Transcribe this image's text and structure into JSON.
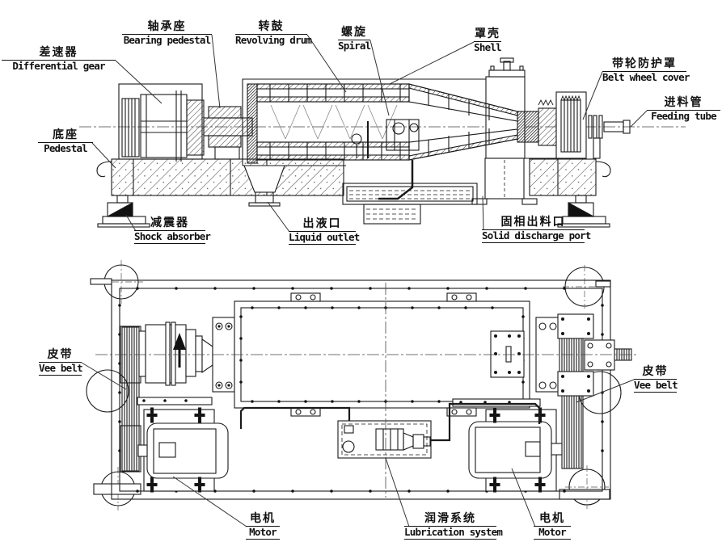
{
  "page": {
    "background": "#ffffff",
    "line_color": "#1a1a1a",
    "drawing_type": "decanter-centrifuge-technical-drawing",
    "views": [
      "side-section-view",
      "plan-view"
    ]
  },
  "labels": {
    "differential_gear": {
      "cn": "差速器",
      "en": "Differential gear"
    },
    "pedestal": {
      "cn": "底座",
      "en": "Pedestal"
    },
    "bearing_pedestal": {
      "cn": "轴承座",
      "en": "Bearing pedestal"
    },
    "revolving_drum": {
      "cn": "转鼓",
      "en": "Revolving drum"
    },
    "spiral": {
      "cn": "螺旋",
      "en": "Spiral"
    },
    "shell": {
      "cn": "罩壳",
      "en": "Shell"
    },
    "belt_wheel_cover": {
      "cn": "带轮防护罩",
      "en": "Belt wheel cover"
    },
    "feeding_tube": {
      "cn": "进料管",
      "en": "Feeding tube"
    },
    "shock_absorber": {
      "cn": "减震器",
      "en": "Shock absorber"
    },
    "liquid_outlet": {
      "cn": "出液口",
      "en": "Liquid outlet"
    },
    "solid_discharge_port": {
      "cn": "固相出料口",
      "en": "Solid discharge port"
    },
    "vee_belt_left": {
      "cn": "皮带",
      "en": "Vee belt"
    },
    "vee_belt_right": {
      "cn": "皮带",
      "en": "Vee belt"
    },
    "motor_left": {
      "cn": "电机",
      "en": "Motor"
    },
    "lubrication_system": {
      "cn": "润滑系统",
      "en": "Lubrication system"
    },
    "motor_right": {
      "cn": "电机",
      "en": "Motor"
    }
  }
}
